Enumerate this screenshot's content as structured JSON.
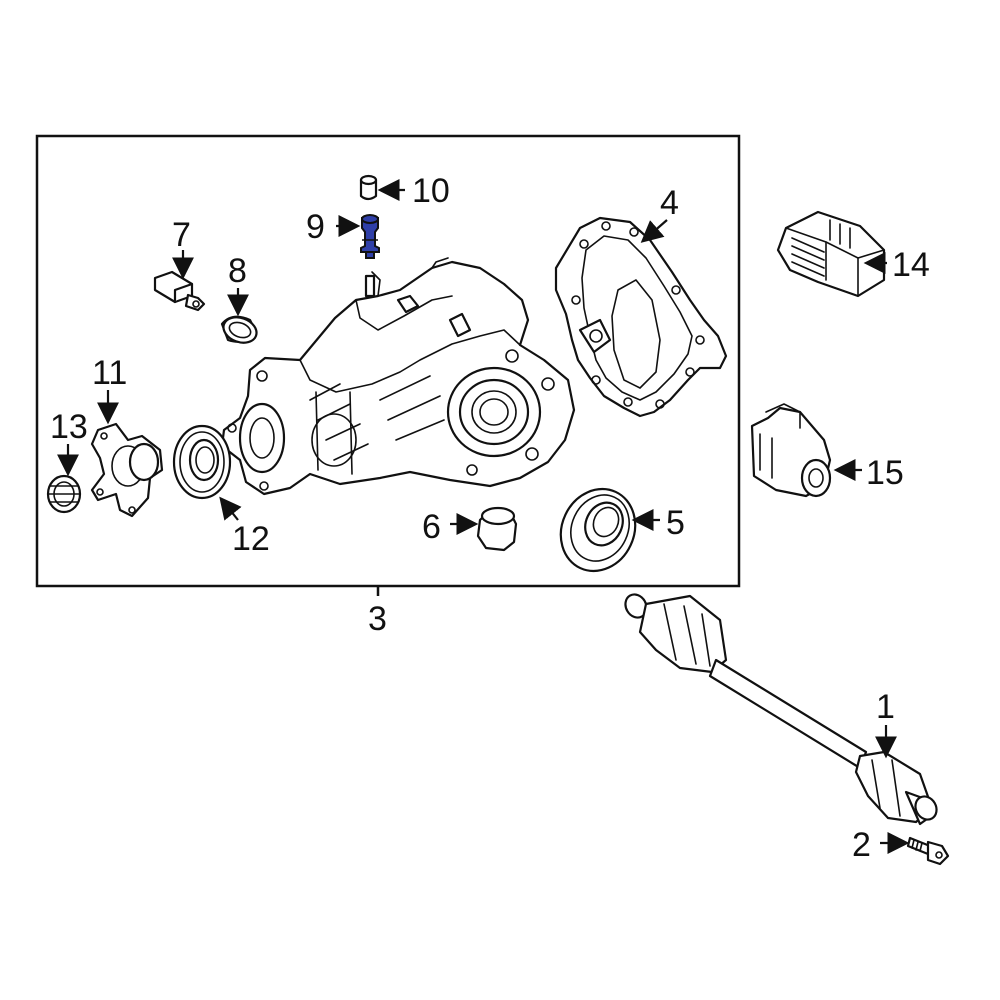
{
  "labels": {
    "l1": "1",
    "l2": "2",
    "l3": "3",
    "l4": "4",
    "l5": "5",
    "l6": "6",
    "l7": "7",
    "l8": "8",
    "l9": "9",
    "l10": "10",
    "l11": "11",
    "l12": "12",
    "l13": "13",
    "l14": "14",
    "l15": "15"
  },
  "colors": {
    "highlight": "#2f3fa8",
    "line": "#111111",
    "background": "#ffffff"
  },
  "highlighted_part": "9"
}
